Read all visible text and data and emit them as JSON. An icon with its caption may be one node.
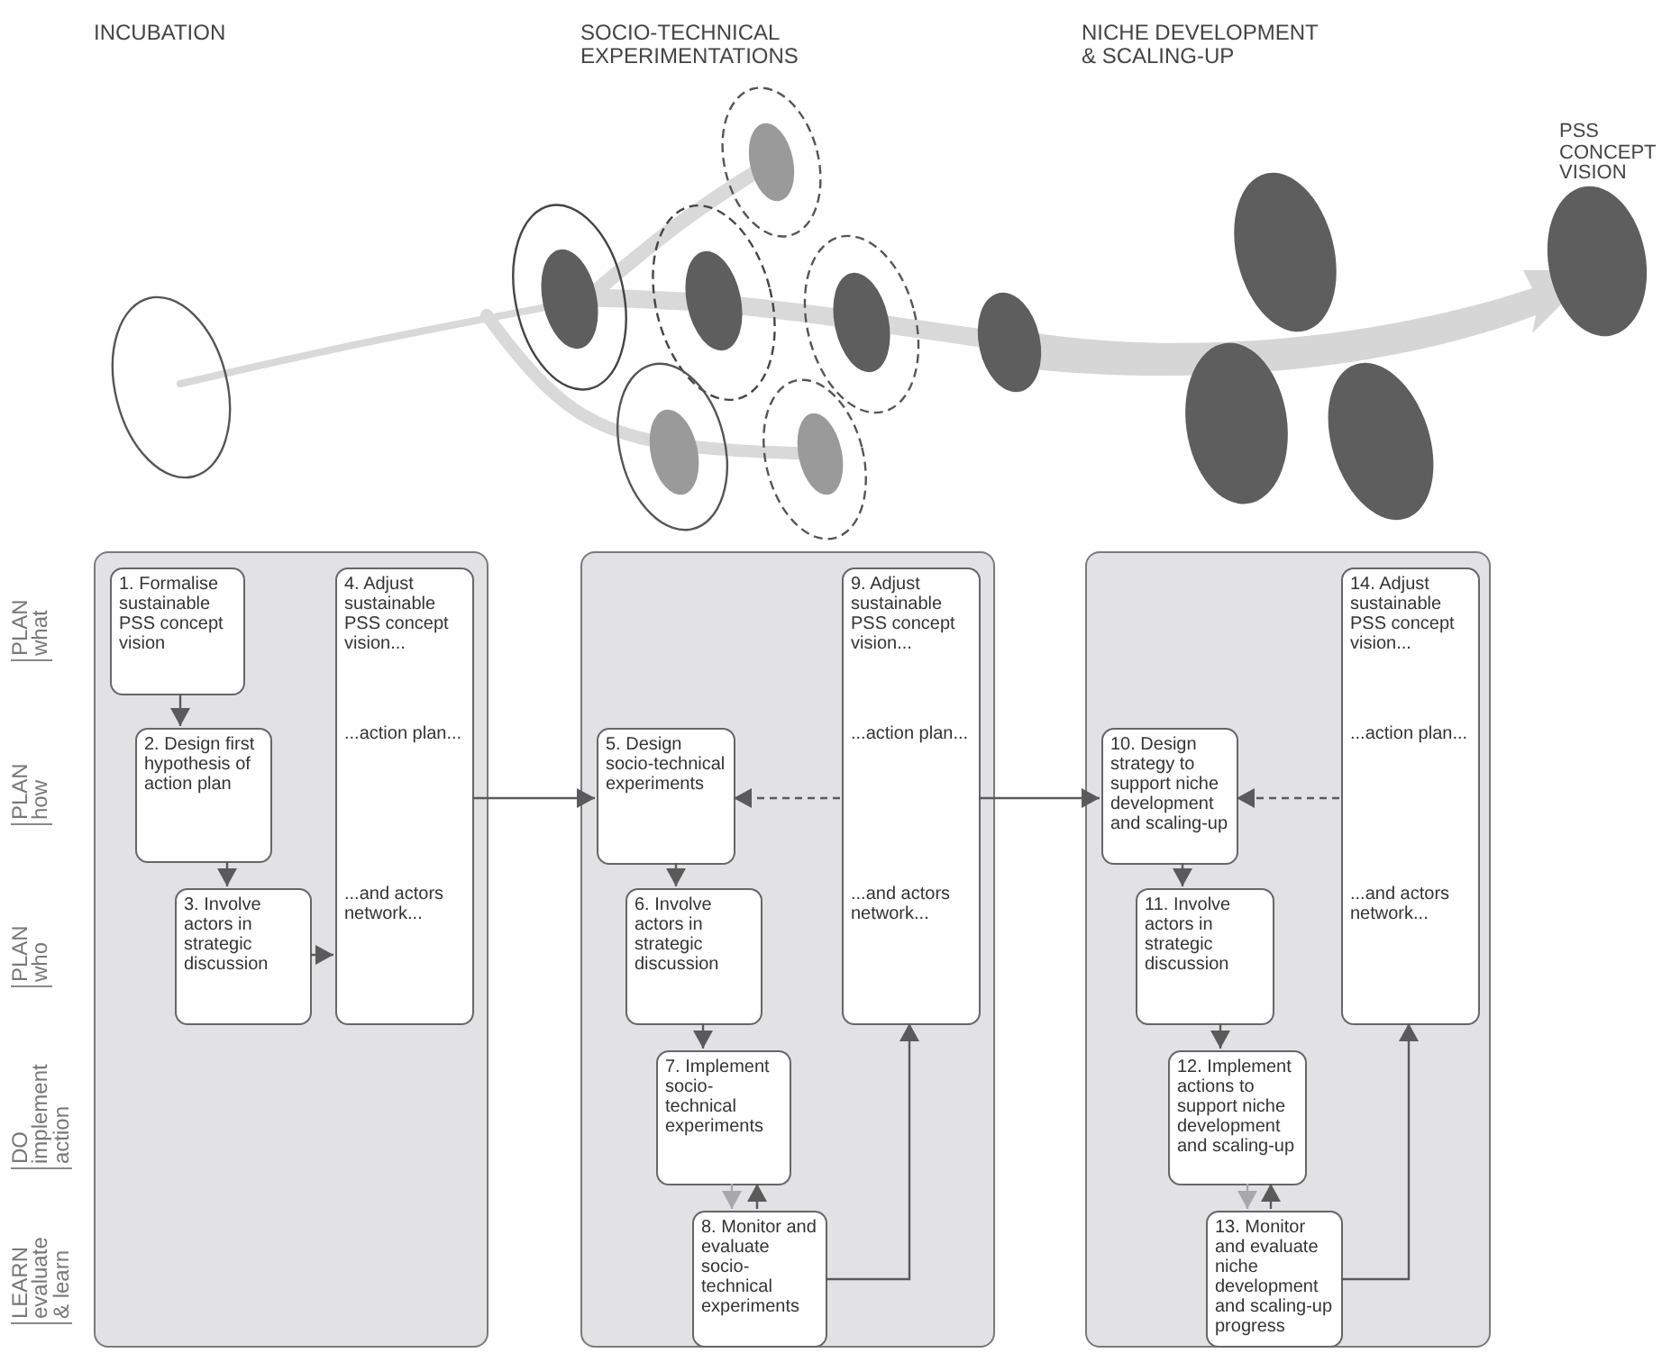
{
  "diagram": {
    "nodes": [
      {
        "text": [],
        "shape": "box"
      },
      {
        "text": [
          "1. Formalise sustainable PSS concept vision"
        ],
        "in": 0
      },
      {
        "text": [
          "2. Design first hypothesis of action plan"
        ],
        "in": 0
      },
      {
        "text": [
          "3. Involve actors in strategic discussion"
        ],
        "in": 0
      },
      {
        "text": [
          "4. Adjust sustainable PSS concept vision...",
          "...action plan...",
          "...and actors network..."
        ],
        "in": 0
      },
      {
        "text": [],
        "shape": "box"
      },
      {
        "text": [
          "5. Design socio-technical experiments"
        ],
        "in": 5
      },
      {
        "text": [
          "6. Involve actors in strategic discussion"
        ],
        "in": 5
      },
      {
        "text": [
          "7. Implement socio-technical experiments"
        ],
        "in": 5
      },
      {
        "text": [
          "8. Monitor and evaluate socio-technical experiments"
        ],
        "in": 5
      },
      {
        "text": [
          "9. Adjust sustainable PSS concept vision...",
          "...action plan...",
          "...and actors network..."
        ],
        "in": 5
      },
      {
        "text": [],
        "shape": "box"
      },
      {
        "text": [
          "10. Design strategy to support niche development and scaling-up"
        ],
        "in": 11
      },
      {
        "text": [
          "11. Involve actors in strategic discussion"
        ],
        "in": 11
      },
      {
        "text": [
          "12. Implement actions to support niche development and scaling-up"
        ],
        "in": 11
      },
      {
        "text": [
          "13. Monitor and evaluate niche development and scaling-up progress"
        ],
        "in": 11
      },
      {
        "text": [
          "14. Adjust sustainable PSS concept vision...",
          "...action plan...",
          "...and actors network..."
        ],
        "in": 11
      }
    ],
    "edges": [
      {
        "from": 1,
        "to": 2,
        "arrow": "to"
      },
      {
        "from": 2,
        "to": 3,
        "arrow": "to"
      },
      {
        "from": 3,
        "to": 4,
        "arrow": "to"
      },
      {
        "from": 4,
        "to": 6,
        "arrow": "to"
      },
      {
        "from": 10,
        "to": 6,
        "arrow": "to",
        "style": "dashed"
      },
      {
        "from": 6,
        "to": 7,
        "arrow": "to"
      },
      {
        "from": 7,
        "to": 8,
        "arrow": "to"
      },
      {
        "from": 8,
        "to": 9,
        "arrow": "to",
        "color": "#a8a8a8"
      },
      {
        "from": 9,
        "to": 8,
        "arrow": "to"
      },
      {
        "from": 9,
        "to": 10,
        "arrow": "to"
      },
      {
        "from": 10,
        "to": 12,
        "arrow": "to"
      },
      {
        "from": 16,
        "to": 12,
        "arrow": "to",
        "style": "dashed"
      },
      {
        "from": 12,
        "to": 13,
        "arrow": "to"
      },
      {
        "from": 13,
        "to": 14,
        "arrow": "to"
      },
      {
        "from": 14,
        "to": 15,
        "arrow": "to",
        "color": "#a8a8a8"
      },
      {
        "from": 15,
        "to": 14,
        "arrow": "to"
      },
      {
        "from": 15,
        "to": 16,
        "arrow": "to"
      }
    ],
    "labels": [
      "INCUBATION",
      "SOCIO-TECHNICAL EXPERIMENTATIONS",
      "NICHE DEVELOPMENT & SCALING-UP",
      "PSS CONCEPT VISION",
      "PLAN what",
      "PLAN how",
      "PLAN who",
      "DO implement action",
      "LEARN evaluate & learn"
    ]
  }
}
